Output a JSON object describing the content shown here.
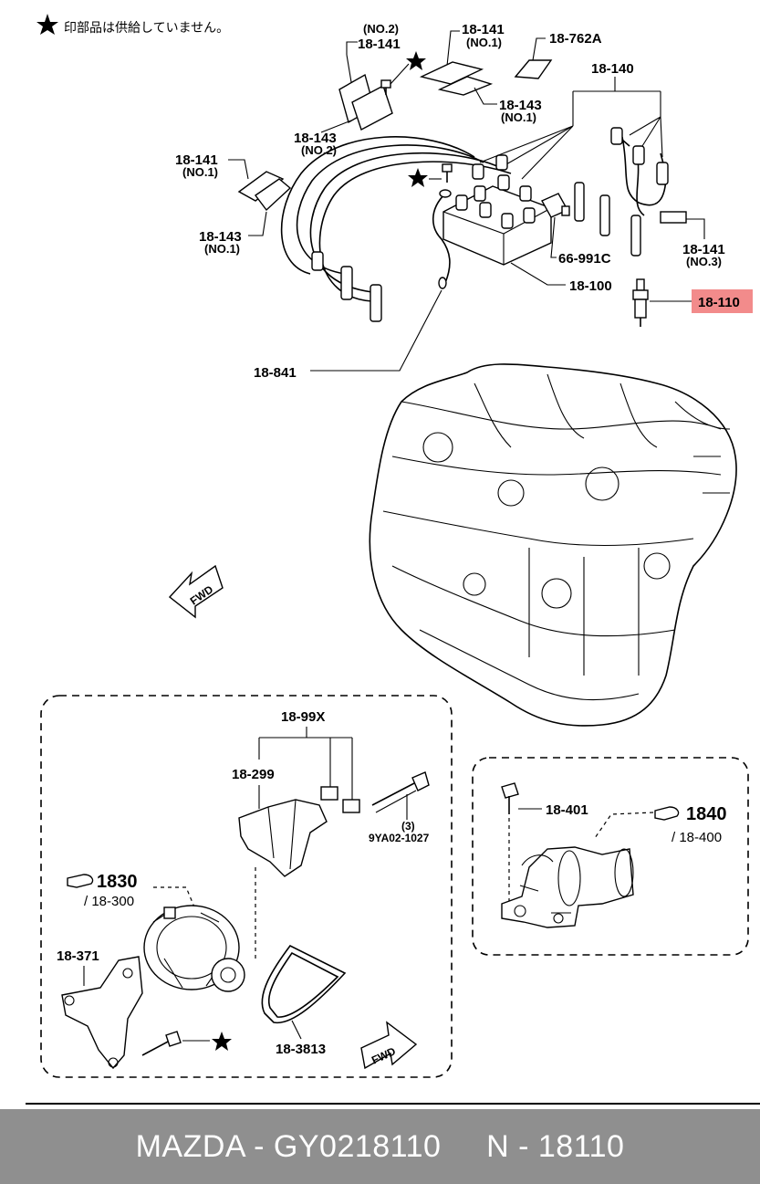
{
  "legend": {
    "text": "印部品は供給していません。",
    "icon": "star-icon"
  },
  "callouts": {
    "c18_141_no2_num": "18-141",
    "c18_141_no2_sub": "(NO.2)",
    "c18_143_no2_num": "18-143",
    "c18_143_no2_sub": "(NO.2)",
    "c18_141_no1_top_num": "18-141",
    "c18_141_no1_top_sub": "(NO.1)",
    "c18_143_no1_top_num": "18-143",
    "c18_143_no1_top_sub": "(NO.1)",
    "c18_762a": "18-762A",
    "c18_140": "18-140",
    "c18_141_no1_left_num": "18-141",
    "c18_141_no1_left_sub": "(NO.1)",
    "c18_143_no1_left_num": "18-143",
    "c18_143_no1_left_sub": "(NO.1)",
    "c66_991c": "66-991C",
    "c18_141_no3_num": "18-141",
    "c18_141_no3_sub": "(NO.3)",
    "c18_100": "18-100",
    "c18_110": "18-110",
    "c18_841": "18-841",
    "c18_99x": "18-99X",
    "c18_299": "18-299",
    "c9ya02_qty": "(3)",
    "c9ya02_num": "9YA02-1027",
    "c1830_ref": "1830",
    "c1830_sub": "/ 18-300",
    "c18_371": "18-371",
    "c18_3813": "18-3813",
    "c18_401": "18-401",
    "c1840_ref": "1840",
    "c1840_sub": "/ 18-400",
    "fwd": "FWD"
  },
  "highlight": {
    "target": "18-110",
    "color": "#f28b8b"
  },
  "footer": {
    "text": "MAZDA - GY0218110     N - 18110",
    "background": "#8f8f8f",
    "color": "#ffffff"
  }
}
